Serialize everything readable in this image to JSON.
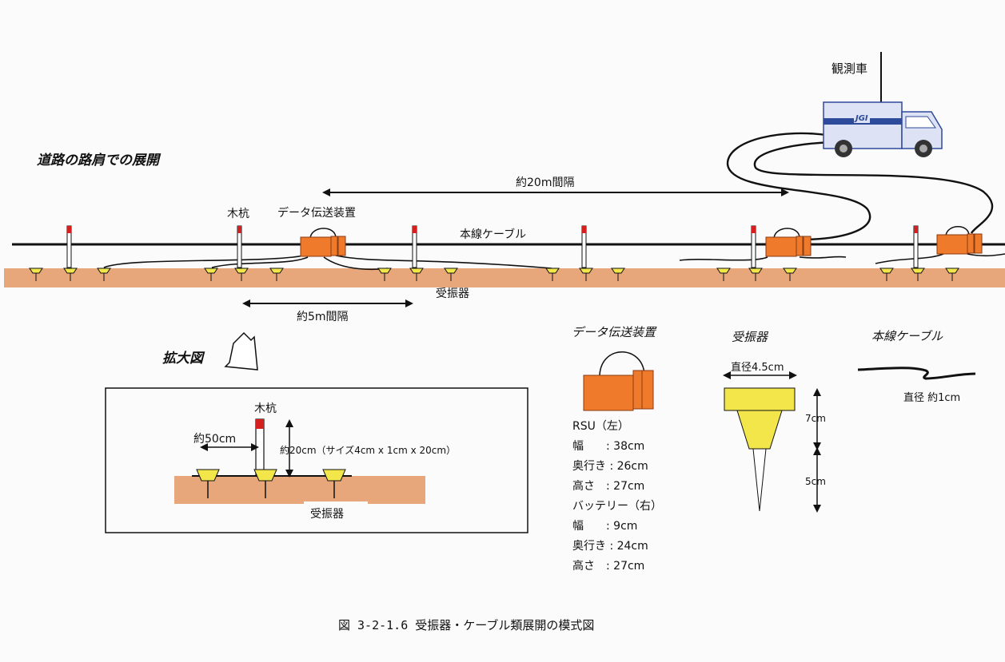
{
  "colors": {
    "ground": "#e8a77a",
    "rsu": "#f07a2c",
    "geophone": "#f2e64a",
    "stake_top": "#d62020",
    "truck": "#dde2f5",
    "truck_stripe": "#2e4a9a"
  },
  "labels": {
    "road_shoulder_deployment": "道路の路肩での展開",
    "observation_vehicle": "観測車",
    "truck_logo": "JGI",
    "spacing_20m": "約20m間隔",
    "wooden_stake": "木杭",
    "data_transmitter": "データ伝送装置",
    "main_cable": "本線ケーブル",
    "geophone": "受振器",
    "spacing_5m": "約5m間隔",
    "enlarged_view": "拡大図"
  },
  "detail": {
    "stake": "木杭",
    "spacing_50cm": "約50cm",
    "height_note": "約20cm（サイズ4cm x 1cm x 20cm）",
    "geophone": "受振器"
  },
  "legend": {
    "transmitter_title": "データ伝送装置",
    "geophone_title": "受振器",
    "cable_title": "本線ケーブル",
    "geophone_diameter": "直径4.5cm",
    "geophone_upper": "7cm",
    "geophone_lower": "5cm",
    "cable_diameter": "直径 約1cm"
  },
  "specs": [
    "RSU（左）",
    "幅　　: 38cm",
    "奥行き : 26cm",
    "高さ　: 27cm",
    "バッテリー（右）",
    "幅　　:  9cm",
    "奥行き : 24cm",
    "高さ　: 27cm"
  ],
  "caption": "図 3-2-1.6 受振器・ケーブル類展開の模式図"
}
